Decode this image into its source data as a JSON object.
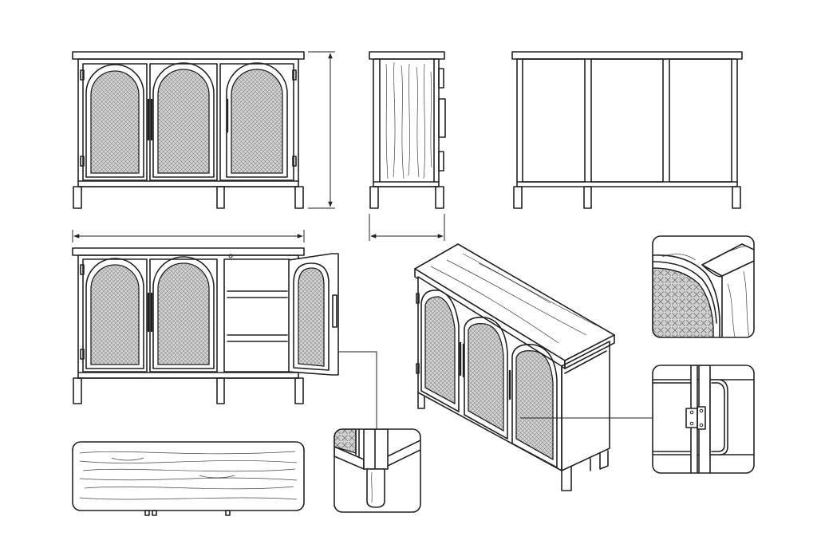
{
  "colors": {
    "ink": "#222222",
    "paper": "#ffffff",
    "mesh_tone": "#c9c9c9"
  },
  "views": [
    {
      "name": "front-elevation",
      "panels": 3,
      "doors_open": 0
    },
    {
      "name": "side-elevation"
    },
    {
      "name": "back-elevation",
      "bays": 3
    },
    {
      "name": "front-elevation-open",
      "panels": 3,
      "doors_open": 1
    },
    {
      "name": "isometric-view",
      "panels": 3
    },
    {
      "name": "top-plan"
    },
    {
      "name": "detail-corner-arch"
    },
    {
      "name": "detail-hinge"
    },
    {
      "name": "detail-leg"
    }
  ],
  "dimension_lines": [
    {
      "name": "height-dimension",
      "orientation": "vertical"
    },
    {
      "name": "depth-dimension",
      "orientation": "horizontal"
    },
    {
      "name": "width-dimension",
      "orientation": "horizontal"
    }
  ]
}
